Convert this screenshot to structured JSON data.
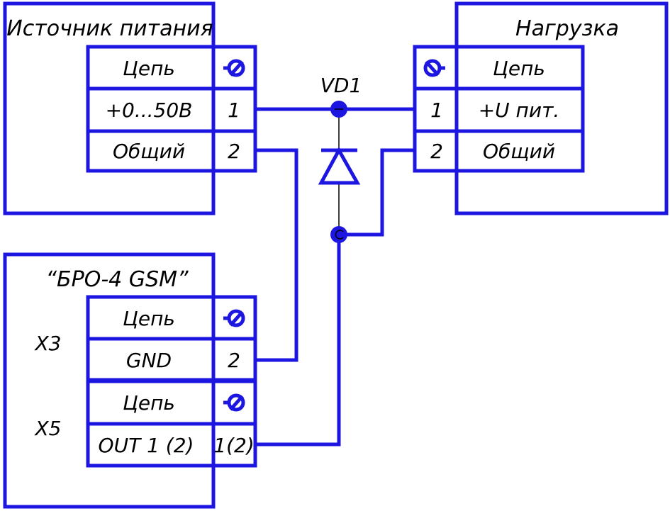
{
  "colors": {
    "line": "#1d16e0",
    "text": "#000000",
    "background": "#ffffff"
  },
  "power_supply": {
    "title": "Источник питания",
    "header": "Цепь",
    "pins": [
      {
        "name": "+0...50В",
        "num": "1"
      },
      {
        "name": "Общий",
        "num": "2"
      }
    ]
  },
  "load": {
    "title": "Нагрузка",
    "header": "Цепь",
    "pins": [
      {
        "num": "1",
        "name": "+U пит."
      },
      {
        "num": "2",
        "name": "Общий"
      }
    ]
  },
  "diode": {
    "ref": "VD1"
  },
  "bro": {
    "title": "“БРО-4 GSM”",
    "x3": {
      "label": "X3",
      "header": "Цепь",
      "pin": {
        "name": "GND",
        "num": "2"
      }
    },
    "x5": {
      "label": "X5",
      "header": "Цепь",
      "pin": {
        "name": "OUT 1 (2)",
        "num": "1(2)"
      }
    }
  },
  "icons": [
    "screw-terminal-icon",
    "diode-icon",
    "junction-dot-icon"
  ]
}
